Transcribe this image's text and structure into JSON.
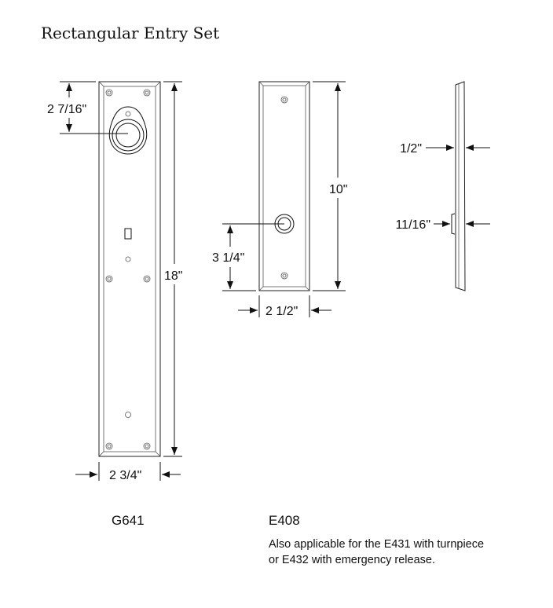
{
  "title": "Rectangular Entry Set",
  "g641": {
    "model": "G641",
    "dim_top": "2 7/16\"",
    "dim_height": "18\"",
    "dim_width": "2 3/4\""
  },
  "e408": {
    "model": "E408",
    "dim_height": "10\"",
    "dim_knob": "3 1/4\"",
    "dim_width": "2 1/2\"",
    "caption_line1": "Also applicable for the E431 with turnpiece",
    "caption_line2": "or E432 with emergency release."
  },
  "side": {
    "dim_thickness": "1/2\"",
    "dim_thickness_knob": "11/16\""
  }
}
